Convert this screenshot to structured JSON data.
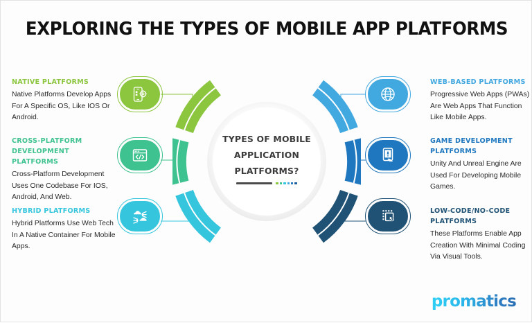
{
  "title": "EXPLORING THE TYPES OF MOBILE APP PLATFORMS",
  "center": {
    "line1": "TYPES OF MOBILE",
    "line2": "APPLICATION",
    "line3": "PLATFORMS?"
  },
  "divider": {
    "bar_color": "#4a4a4a",
    "dot_colors": [
      "#8cc63f",
      "#3ec28f",
      "#35c6dd",
      "#41a8e0",
      "#2478c2",
      "#1f5f9e"
    ]
  },
  "brand": {
    "logo_text": "promatics",
    "gradient_start": "#2fd0f5",
    "gradient_end": "#2a6fb5"
  },
  "palette": {
    "native": "#8cc63f",
    "cross_platform": "#3ec28f",
    "hybrid": "#35c6dd",
    "web_based": "#41a8e0",
    "game_dev": "#1f78bf",
    "low_code": "#1f5275"
  },
  "items": [
    {
      "id": "native-platforms",
      "side": "left",
      "heading": "NATIVE PLATFORMS",
      "body": "Native Platforms Develop Apps For A Specific OS, Like IOS Or Android.",
      "color": "#8cc63f",
      "heading_color": "#8cc63f",
      "icon": "mobile-gear-icon"
    },
    {
      "id": "cross-platform-development-platforms",
      "side": "left",
      "heading": "CROSS-PLATFORM DEVELOPMENT PLATFORMS",
      "body": "Cross-Platform Development Uses One Codebase For IOS, Android, And Web.",
      "color": "#3ec28f",
      "heading_color": "#3ec28f",
      "icon": "browser-code-icon"
    },
    {
      "id": "hybrid-platforms",
      "side": "left",
      "heading": "HYBRID PLATFORMS",
      "body": "Hybrid Platforms Use Web Tech In A Native Container For Mobile Apps.",
      "color": "#35c6dd",
      "heading_color": "#35c6dd",
      "icon": "cloud-network-icon"
    },
    {
      "id": "web-based-platforms",
      "side": "right",
      "heading": "WEB-BASED PLATFORMS",
      "body": "Progressive Web Apps (PWAs) Are Web Apps That Function Like Mobile Apps.",
      "color": "#41a8e0",
      "heading_color": "#41a8e0",
      "icon": "globe-icon"
    },
    {
      "id": "game-development-platforms",
      "side": "right",
      "heading": "GAME DEVELOPMENT PLATFORMS",
      "body": "Unity And Unreal Engine Are Used For Developing Mobile Games.",
      "color": "#1f78bf",
      "heading_color": "#1f78bf",
      "icon": "tablet-gaming-icon"
    },
    {
      "id": "low-code-no-code-platforms",
      "side": "right",
      "heading": "LOW-CODE/NO-CODE PLATFORMS",
      "body": "These Platforms Enable App Creation With Minimal Coding Via Visual Tools.",
      "color": "#1f5275",
      "heading_color": "#1f5275",
      "icon": "drag-drop-icon"
    }
  ]
}
